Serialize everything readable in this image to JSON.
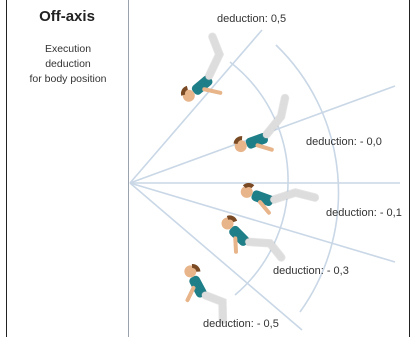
{
  "panel": {
    "title": "Off-axis",
    "subtitle_lines": [
      "Execution",
      "deduction",
      "for body position"
    ]
  },
  "zones": [
    {
      "label": "deduction: 0,5"
    },
    {
      "label": "deduction: - 0,0"
    },
    {
      "label": "deduction: - 0,1"
    },
    {
      "label": "deduction: - 0,3"
    },
    {
      "label": "deduction: - 0,5"
    }
  ],
  "colors": {
    "ray": "#c9d7e6",
    "arc": "#c9d7e6",
    "shirt": "#1f7f88",
    "skin": "#e8b48a",
    "hair": "#7a4a24",
    "legs": "#f5f5f5"
  }
}
